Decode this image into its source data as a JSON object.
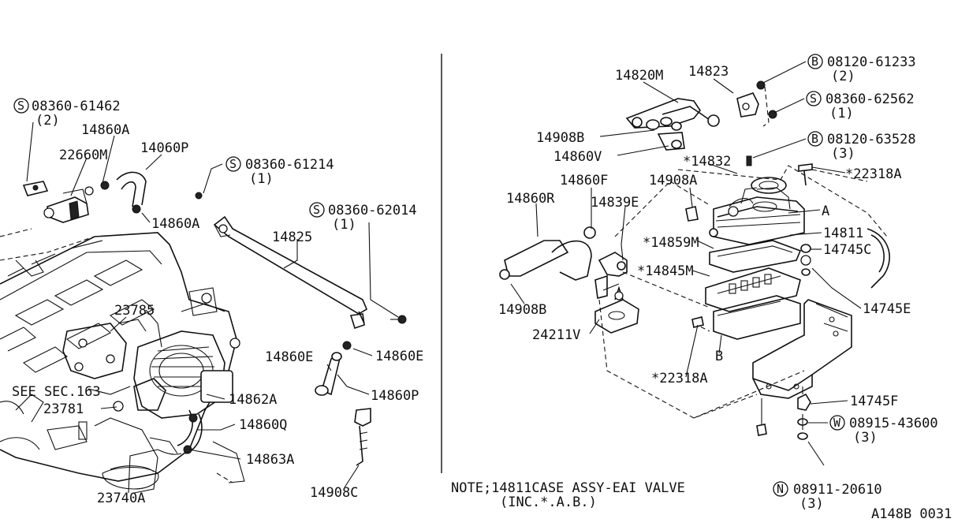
{
  "diagram": {
    "labels_left": {
      "s1_code": "08360-61462",
      "s1_qty": "(2)",
      "p14860A_top": "14860A",
      "p22660M": "22660M",
      "p14060P": "14060P",
      "s2_code": "08360-61214",
      "s2_qty": "(1)",
      "p14860A_mid": "14860A",
      "p14825": "14825",
      "s3_code": "08360-62014",
      "s3_qty": "(1)",
      "p23785": "23785",
      "p14860E_a": "14860E",
      "p14860E_b": "14860E",
      "see_sec": "SEE SEC.163",
      "p14860P": "14860P",
      "p23781": "23781",
      "p14862A": "14862A",
      "p14860Q": "14860Q",
      "p14863A": "14863A",
      "p23740A": "23740A",
      "p14908C": "14908C"
    },
    "labels_right": {
      "p14820M": "14820M",
      "p14823": "14823",
      "b1_code": "08120-61233",
      "b1_qty": "(2)",
      "s4_code": "08360-62562",
      "s4_qty": "(1)",
      "p14908B_a": "14908B",
      "p14860V": "14860V",
      "b2_code": "08120-63528",
      "b2_qty": "(3)",
      "p14832": "*14832",
      "p22318A_a": "*22318A",
      "p14860F": "14860F",
      "p14908A": "14908A",
      "p14860R": "14860R",
      "p14839E": "14839E",
      "ref_A": "A",
      "p14811": "14811",
      "p14859M": "*14859M",
      "p14745C": "14745C",
      "p14845M": "*14845M",
      "p14745E": "14745E",
      "p14908B_b": "14908B",
      "p24211V": "24211V",
      "ref_B": "B",
      "p22318A_b": "*22318A",
      "p14745F": "14745F",
      "w_code": "08915-43600",
      "w_qty": "(3)",
      "n_code": "08911-20610",
      "n_qty": "(3)"
    },
    "markers": {
      "S": "S",
      "B": "B",
      "W": "W",
      "N": "N"
    },
    "note_line1": "NOTE;14811CASE ASSY-EAI VALVE",
    "note_line2": "(INC.*.A.B.)",
    "ref_code": "A148B 0031"
  }
}
